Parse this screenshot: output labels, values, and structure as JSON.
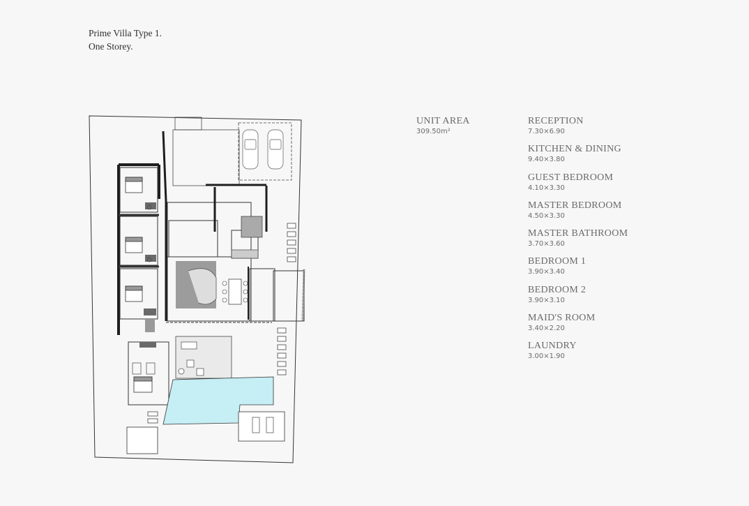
{
  "title": {
    "line1": "Prime Villa Type 1.",
    "line2": "One Storey."
  },
  "area": {
    "label": "UNIT AREA",
    "value": "309.50m²"
  },
  "rooms": [
    {
      "name": "RECEPTION",
      "size": "7.30×6.90"
    },
    {
      "name": "KITCHEN & DINING",
      "size": "9.40×3.80"
    },
    {
      "name": "GUEST BEDROOM",
      "size": "4.10×3.30"
    },
    {
      "name": "MASTER BEDROOM",
      "size": "4.50×3.30"
    },
    {
      "name": "MASTER BATHROOM",
      "size": "3.70×3.60"
    },
    {
      "name": "BEDROOM 1",
      "size": "3.90×3.40"
    },
    {
      "name": "BEDROOM 2",
      "size": "3.90×3.10"
    },
    {
      "name": "MAID'S ROOM",
      "size": "3.40×2.20"
    },
    {
      "name": "LAUNDRY",
      "size": "3.00×1.90"
    }
  ],
  "colors": {
    "pool": "#c5eef5",
    "wall": "#1e1e1e",
    "text": "#6a6a6a"
  }
}
